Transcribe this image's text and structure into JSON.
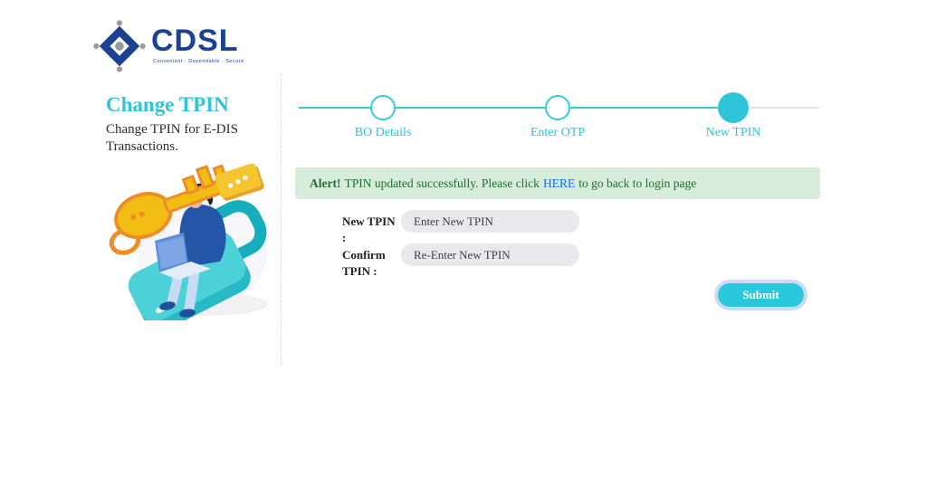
{
  "brand": {
    "name": "CDSL",
    "tagline": "Convenient  ·  Dependable  ·  Secure"
  },
  "sidebar": {
    "title": "Change TPIN",
    "subtitle": "Change TPIN for E-DIS Transactions.",
    "illustration": "person-sitting-on-padlock-with-key-and-password-card"
  },
  "stepper": {
    "steps": [
      {
        "label": "BO Details",
        "state": "upcoming"
      },
      {
        "label": "Enter OTP",
        "state": "upcoming"
      },
      {
        "label": "New TPIN",
        "state": "active"
      }
    ]
  },
  "alert": {
    "prefix": "Alert!",
    "message": "TPIN updated successfully. Please click",
    "link_text": "HERE",
    "suffix": "to go back to login page"
  },
  "form": {
    "fields": [
      {
        "label": "New TPIN :",
        "placeholder": "Enter New TPIN",
        "value": ""
      },
      {
        "label": "Confirm TPIN :",
        "placeholder": "Re-Enter New TPIN",
        "value": ""
      }
    ],
    "submit_label": "Submit"
  },
  "colors": {
    "accent_cyan": "#2ec5d8",
    "brand_navy": "#1b4193",
    "alert_bg": "#d7ecdb",
    "alert_text": "#1d6f33",
    "link_blue": "#0d6efd",
    "input_bg": "#e9e9ec",
    "button_ring": "#ccdaf9"
  }
}
